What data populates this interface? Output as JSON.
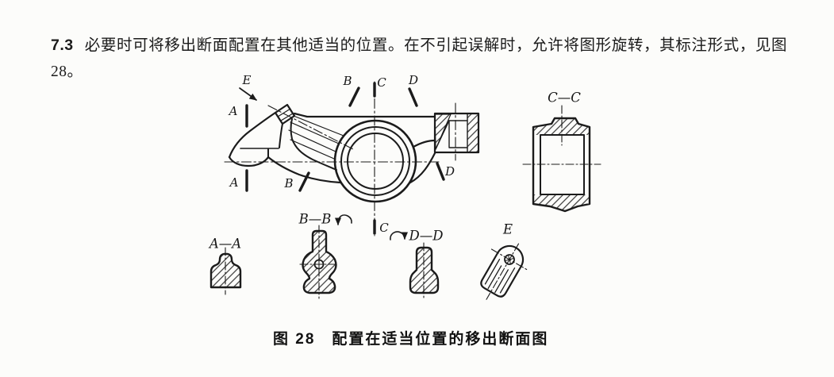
{
  "page": {
    "background": "#fcfcfa",
    "ink": "#1b1b1b"
  },
  "clause": {
    "number": "7.3",
    "text": "必要时可将移出断面配置在其他适当的位置。在不引起误解时，允许将图形旋转，其标注形式，见图 28。"
  },
  "figure": {
    "caption": "图 28　配置在适当位置的移出断面图",
    "labels": {
      "e_main": "E",
      "a_top": "A",
      "a_bottom": "A",
      "b_top": "B",
      "b_bottom": "B",
      "c_top": "C",
      "c_bottom": "C",
      "d_top": "D",
      "d_bottom": "D",
      "section_aa": "A—A",
      "section_bb": "B—B",
      "section_cc": "C—C",
      "section_dd": "D—D",
      "section_e": "E"
    }
  }
}
